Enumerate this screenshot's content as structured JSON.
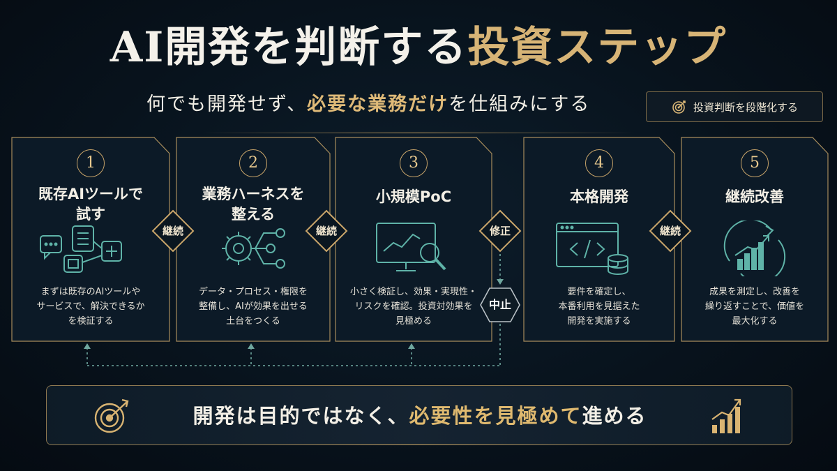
{
  "title": {
    "white": "AI開発を判断する",
    "gold": "投資ステップ"
  },
  "subtitle": {
    "part1": "何でも開発せず、",
    "highlight": "必要な業務だけ",
    "part2": "を仕組みにする"
  },
  "badge": {
    "label": "投資判断を段階化する",
    "icon": "target-icon"
  },
  "steps": [
    {
      "number": "1",
      "title_line1": "既存AIツールで",
      "title_line2": "試す",
      "desc_line1": "まずは既存のAIツールや",
      "desc_line2": "サービスで、解決できるか",
      "desc_line3": "を検証する",
      "icon": "chat-apps-icon"
    },
    {
      "number": "2",
      "title_line1": "業務ハーネスを",
      "title_line2": "整える",
      "desc_line1": "データ・プロセス・権限を",
      "desc_line2": "整備し、AIが効果を出せる",
      "desc_line3": "土台をつくる",
      "icon": "gear-network-icon"
    },
    {
      "number": "3",
      "title_line1": "小規模PoC",
      "title_line2": "",
      "desc_line1": "小さく検証し、効果・実現性・",
      "desc_line2": "リスクを確認。投資対効果を",
      "desc_line3": "見極める",
      "icon": "monitor-chart-search-icon"
    },
    {
      "number": "4",
      "title_line1": "本格開発",
      "title_line2": "",
      "desc_line1": "要件を確定し、",
      "desc_line2": "本番利用を見据えた",
      "desc_line3": "開発を実施する",
      "icon": "code-window-database-icon"
    },
    {
      "number": "5",
      "title_line1": "継続改善",
      "title_line2": "",
      "desc_line1": "成果を測定し、改善を",
      "desc_line2": "繰り返すことで、価値を",
      "desc_line3": "最大化する",
      "icon": "growth-cycle-icon"
    }
  ],
  "connectors": [
    "継続",
    "継続",
    "修正",
    "継続"
  ],
  "stop_label": "中止",
  "banner": {
    "part1": "開発は目的ではなく、",
    "highlight": "必要性を見極めて",
    "part2": "進める",
    "left_icon": "target-arrow-icon",
    "right_icon": "bar-growth-icon"
  },
  "colors": {
    "gold": "#d7b476",
    "teal": "#5fb3a8",
    "background": "#08131d"
  }
}
